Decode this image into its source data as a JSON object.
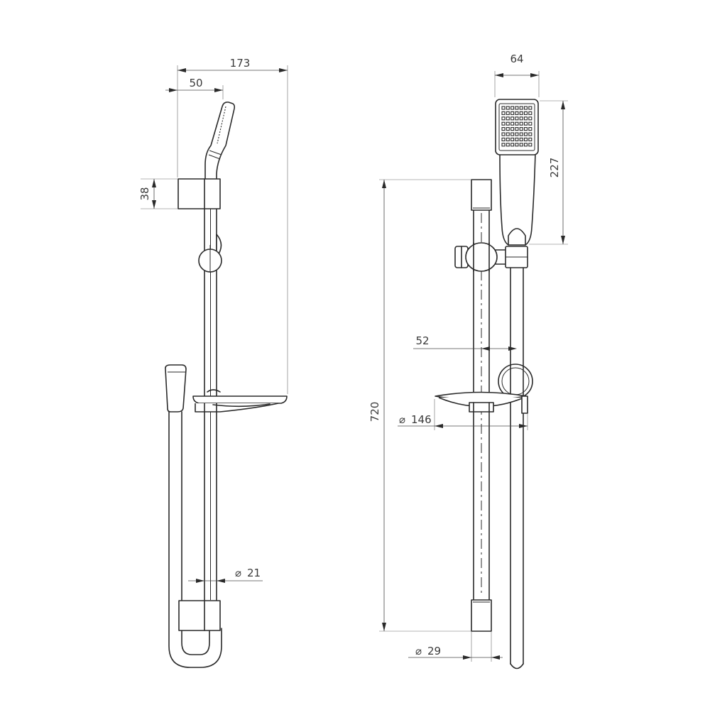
{
  "side_view": {
    "dim_overall_width": "173",
    "dim_handpiece_offset": "50",
    "dim_holder_height": "38",
    "dim_rail_diameter": "21"
  },
  "front_view": {
    "dim_handpiece_width": "64",
    "dim_handpiece_length": "227",
    "dim_rail_spacing": "52",
    "dim_rail_length": "720",
    "dim_soap_dish_diameter": "146",
    "dim_bracket_diameter": "29",
    "diameter_symbol": "⌀"
  }
}
